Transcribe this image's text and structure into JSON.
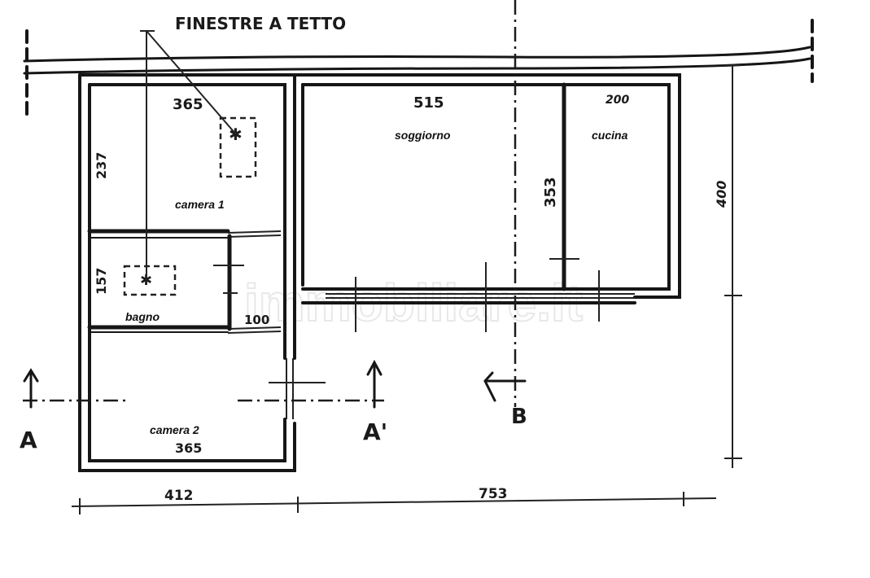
{
  "drawing": {
    "annotation": "FINESTRE A TETTO",
    "watermark": "immobiliare.it"
  },
  "rooms": [
    {
      "id": "camera-1",
      "label": "camera 1"
    },
    {
      "id": "bagno",
      "label": "bagno"
    },
    {
      "id": "camera-2",
      "label": "camera 2"
    },
    {
      "id": "soggiorno",
      "label": "soggiorno"
    },
    {
      "id": "cucina",
      "label": "cucina"
    }
  ],
  "dimensions": {
    "camera1_width": "365",
    "camera1_depth": "237",
    "bagno_depth": "157",
    "door_width": "100",
    "camera2_width": "365",
    "soggiorno_width": "515",
    "cucina_width": "200",
    "partition_length": "353",
    "overall_depth": "400",
    "left_block_width": "412",
    "right_block_width": "753"
  },
  "sections": {
    "a_left": "A",
    "a_right": "A'",
    "b": "B"
  },
  "colors": {
    "ink": "#161616",
    "paper": "#ffffff",
    "watermark": "#e6e6e6"
  }
}
